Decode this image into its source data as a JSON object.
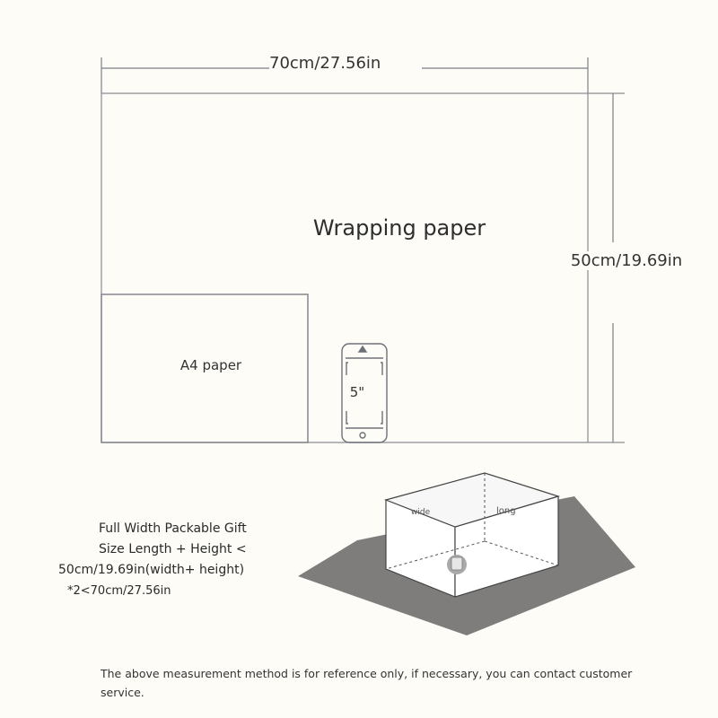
{
  "diagram": {
    "width_label": "70cm/27.56in",
    "height_label": "50cm/19.69in",
    "wrapping_paper_label": "Wrapping paper",
    "a4_paper_label": "A4 paper",
    "phone_label": "5\"",
    "box_wide_label": "wide",
    "box_long_label": "long"
  },
  "gift_note": {
    "line1": "Full Width Packable Gift",
    "line2": "Size Length + Height <",
    "line3": "50cm/19.69in(width+ height)",
    "line4": "*2<70cm/27.56in"
  },
  "footnote": {
    "text": "The above measurement method is for reference only, if necessary, you can contact customer service."
  }
}
